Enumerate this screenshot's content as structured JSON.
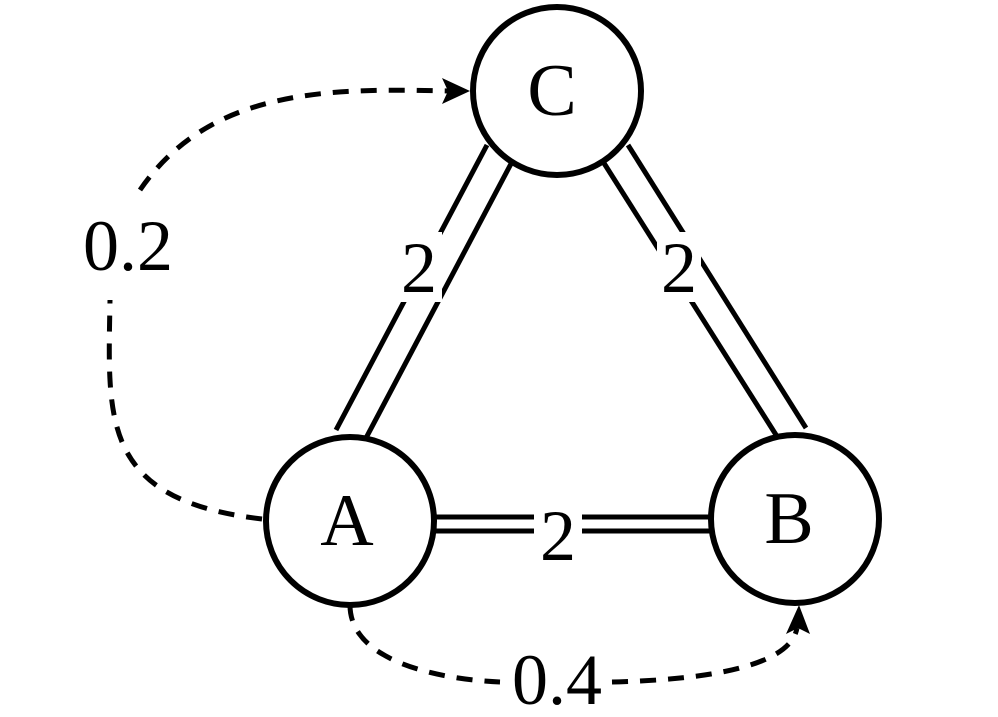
{
  "nodes": {
    "a": {
      "label": "A"
    },
    "b": {
      "label": "B"
    },
    "c": {
      "label": "C"
    }
  },
  "edges": {
    "ab": {
      "label": "2"
    },
    "ac": {
      "label": "2"
    },
    "bc": {
      "label": "2"
    }
  },
  "flows": {
    "a_to_c": {
      "label": "0.2"
    },
    "a_to_b": {
      "label": "0.4"
    }
  },
  "colors": {
    "stroke": "#000000",
    "background": "#ffffff"
  }
}
